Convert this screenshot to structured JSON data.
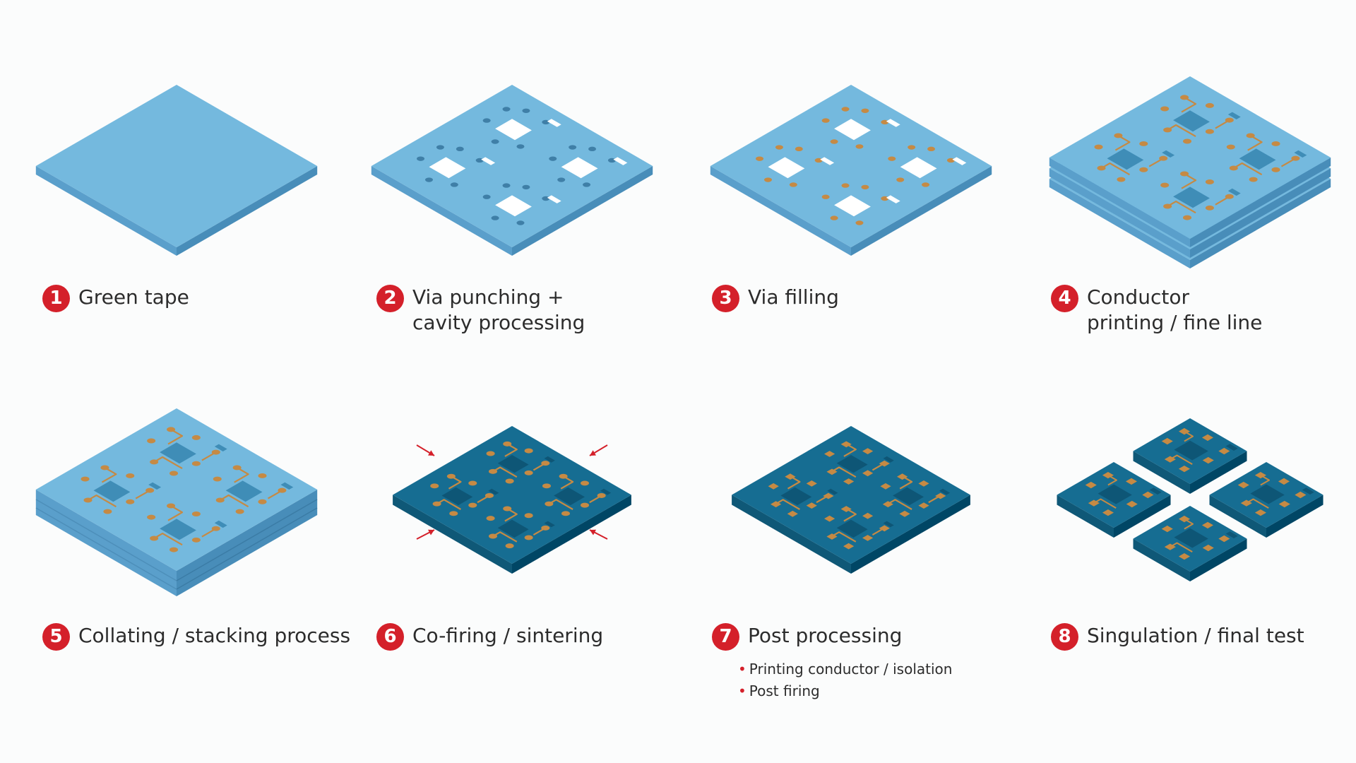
{
  "colors": {
    "green_tape_top": "#74b9de",
    "green_tape_side": "#5a9fcb",
    "fired_top": "#166d92",
    "fired_side": "#0f5877",
    "conductor": "#c58a44",
    "badge": "#d4202a",
    "arrow": "#d4202a",
    "text": "#2c2c2c"
  },
  "steps": [
    {
      "number": "1",
      "lines": [
        "Green tape"
      ]
    },
    {
      "number": "2",
      "lines": [
        "Via punching +",
        "cavity processing"
      ]
    },
    {
      "number": "3",
      "lines": [
        "Via filling"
      ]
    },
    {
      "number": "4",
      "lines": [
        "Conductor",
        "printing / fine line"
      ]
    },
    {
      "number": "5",
      "lines": [
        "Collating / stacking process"
      ]
    },
    {
      "number": "6",
      "lines": [
        "Co-firing / sintering"
      ]
    },
    {
      "number": "7",
      "lines": [
        "Post processing"
      ],
      "sub_items": [
        "Printing conductor / isolation",
        "Post firing"
      ]
    },
    {
      "number": "8",
      "lines": [
        "Singulation / final test"
      ]
    }
  ]
}
